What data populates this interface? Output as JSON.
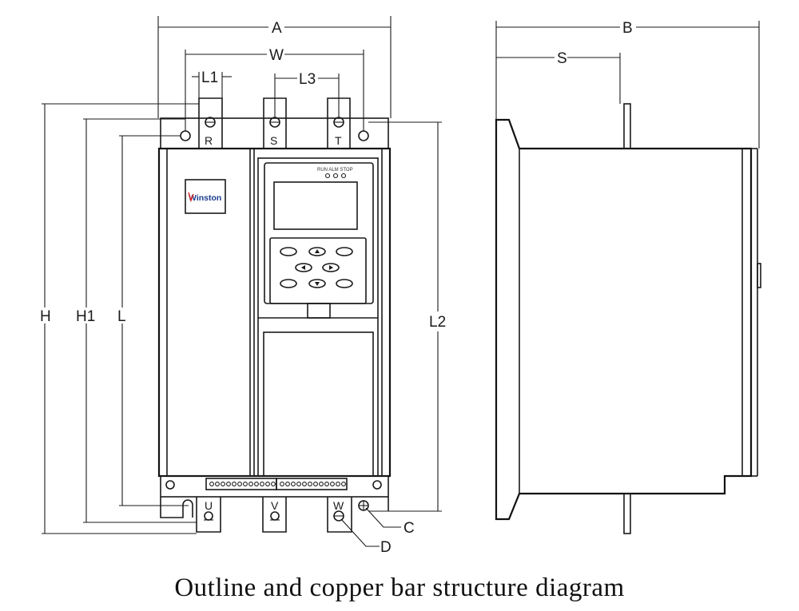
{
  "caption": "Outline and copper bar structure diagram",
  "dimensions": {
    "A": "A",
    "B": "B",
    "W": "W",
    "S": "S",
    "L1": "L1",
    "L3": "L3",
    "H": "H",
    "H1": "H1",
    "L": "L",
    "L2": "L2",
    "C": "C",
    "D": "D"
  },
  "terminals_top": [
    "R",
    "S",
    "T"
  ],
  "terminals_bottom": [
    "U",
    "V",
    "W"
  ],
  "logo": "Winston",
  "panel_labels": "RUN ALM STOP"
}
